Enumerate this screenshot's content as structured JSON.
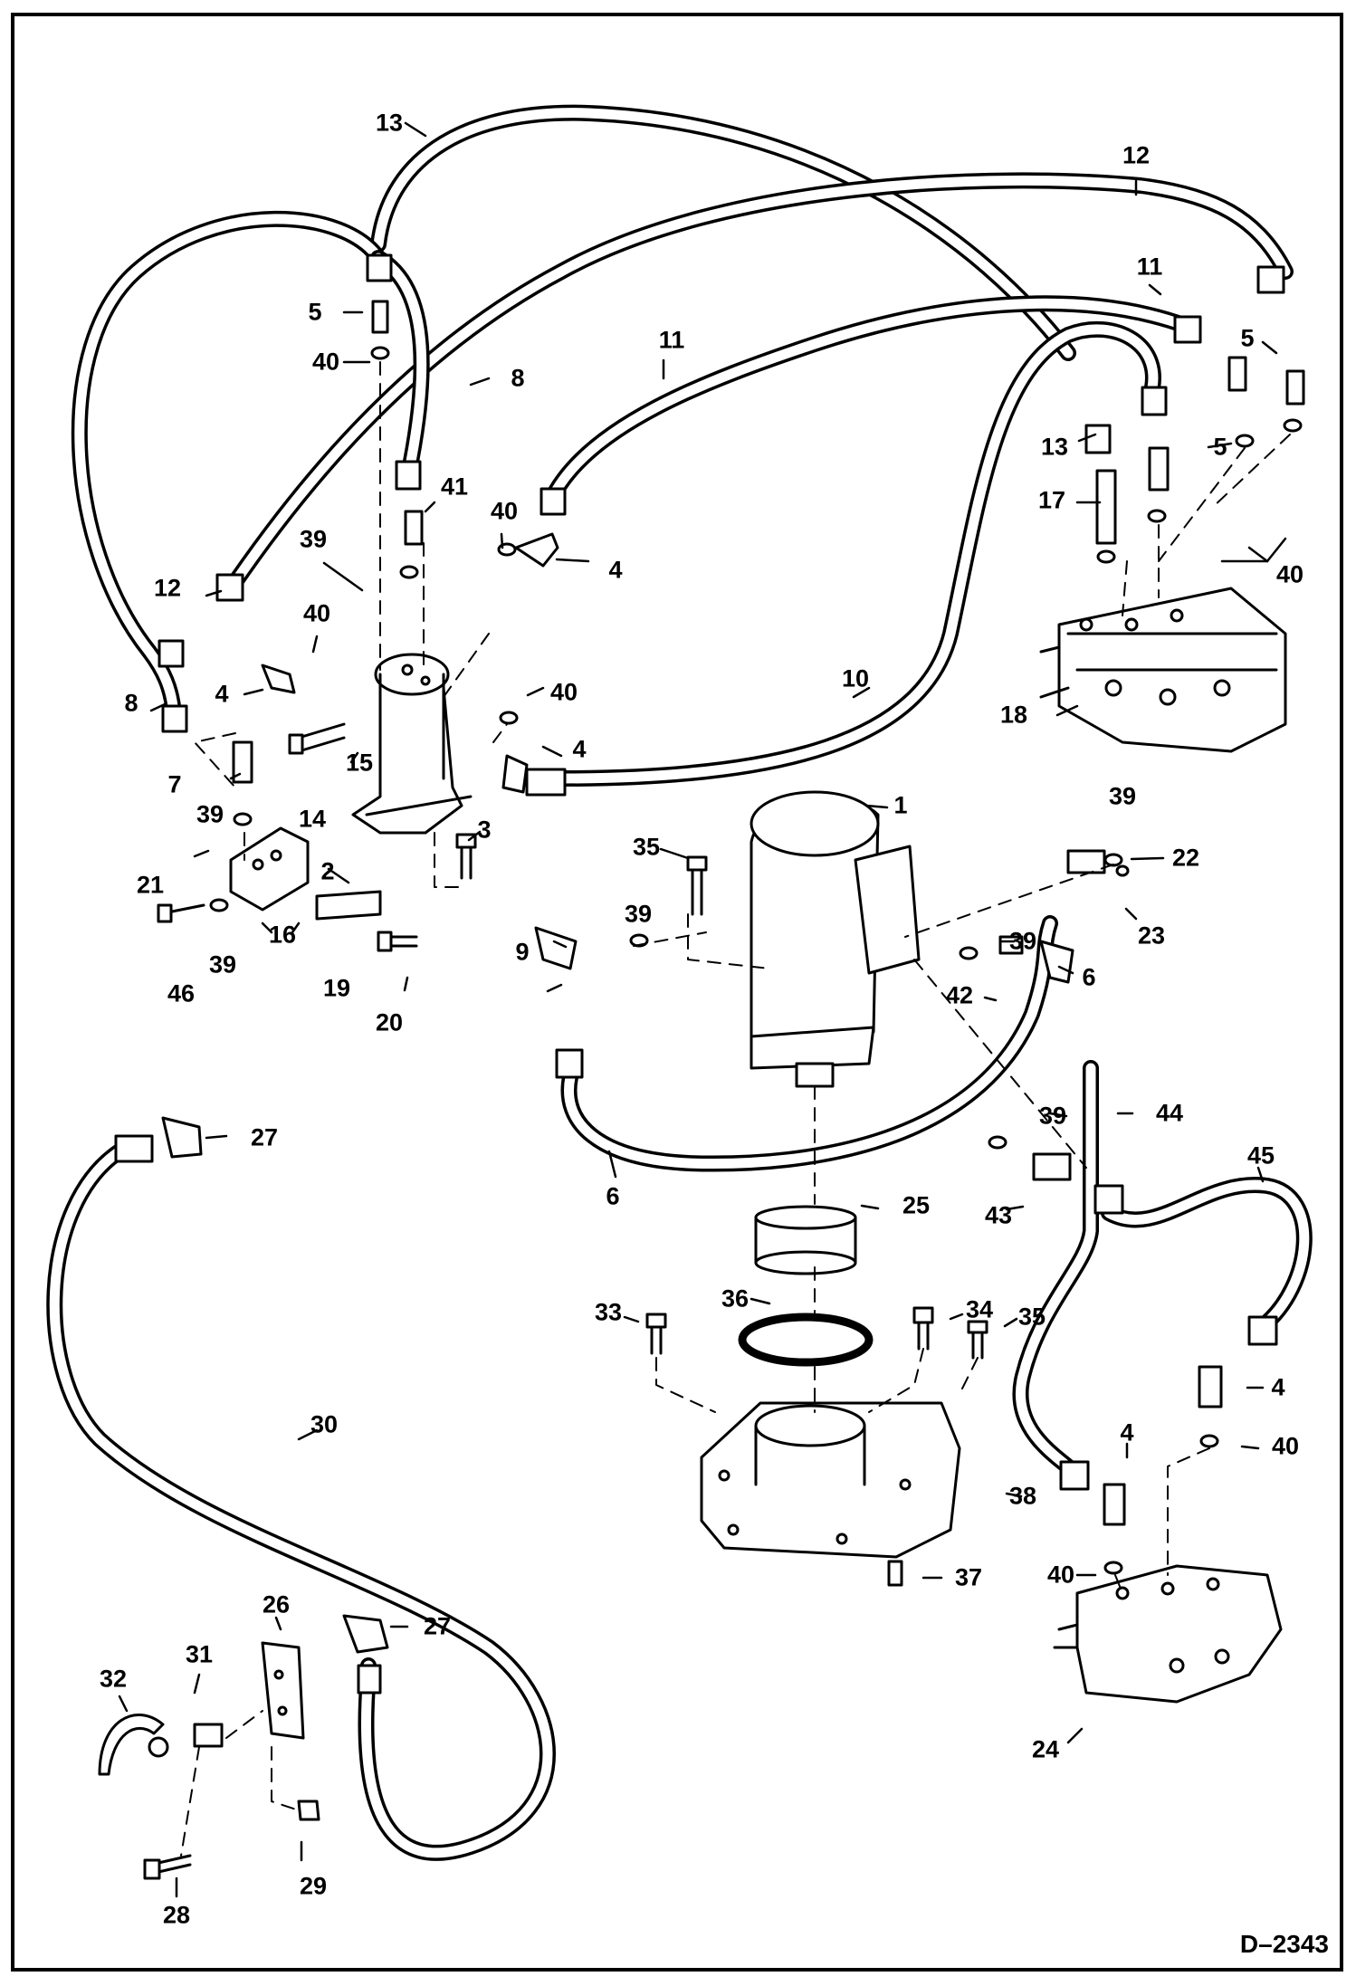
{
  "diagram": {
    "drawing_id": "D–2343",
    "callouts": [
      {
        "id": "c13a",
        "text": "13"
      },
      {
        "id": "c12a",
        "text": "12"
      },
      {
        "id": "c11a",
        "text": "11"
      },
      {
        "id": "c5a",
        "text": "5"
      },
      {
        "id": "c40a",
        "text": "40"
      },
      {
        "id": "c8a",
        "text": "8"
      },
      {
        "id": "c11b",
        "text": "11"
      },
      {
        "id": "c5b",
        "text": "5"
      },
      {
        "id": "c13b",
        "text": "13"
      },
      {
        "id": "c5c",
        "text": "5"
      },
      {
        "id": "c41",
        "text": "41"
      },
      {
        "id": "c40b",
        "text": "40"
      },
      {
        "id": "c39a",
        "text": "39"
      },
      {
        "id": "c4a",
        "text": "4"
      },
      {
        "id": "c17",
        "text": "17"
      },
      {
        "id": "c40c",
        "text": "40"
      },
      {
        "id": "c12b",
        "text": "12"
      },
      {
        "id": "c40d",
        "text": "40"
      },
      {
        "id": "c8b",
        "text": "8"
      },
      {
        "id": "c4b",
        "text": "4"
      },
      {
        "id": "c10",
        "text": "10"
      },
      {
        "id": "c40e",
        "text": "40"
      },
      {
        "id": "c18",
        "text": "18"
      },
      {
        "id": "c15",
        "text": "15"
      },
      {
        "id": "c4c",
        "text": "4"
      },
      {
        "id": "c7",
        "text": "7"
      },
      {
        "id": "c14",
        "text": "14"
      },
      {
        "id": "c39b",
        "text": "39"
      },
      {
        "id": "c3",
        "text": "3"
      },
      {
        "id": "c1",
        "text": "1"
      },
      {
        "id": "c39c",
        "text": "39"
      },
      {
        "id": "c22",
        "text": "22"
      },
      {
        "id": "c2",
        "text": "2"
      },
      {
        "id": "c35a",
        "text": "35"
      },
      {
        "id": "c21",
        "text": "21"
      },
      {
        "id": "c16",
        "text": "16"
      },
      {
        "id": "c39d",
        "text": "39"
      },
      {
        "id": "c23",
        "text": "23"
      },
      {
        "id": "c46",
        "text": "46"
      },
      {
        "id": "c39e",
        "text": "39"
      },
      {
        "id": "c19",
        "text": "19"
      },
      {
        "id": "c39f",
        "text": "39"
      },
      {
        "id": "c6a",
        "text": "6"
      },
      {
        "id": "c9",
        "text": "9"
      },
      {
        "id": "c42",
        "text": "42"
      },
      {
        "id": "c20",
        "text": "20"
      },
      {
        "id": "c27a",
        "text": "27"
      },
      {
        "id": "c39g",
        "text": "39"
      },
      {
        "id": "c44",
        "text": "44"
      },
      {
        "id": "c6b",
        "text": "6"
      },
      {
        "id": "c45",
        "text": "45"
      },
      {
        "id": "c25",
        "text": "25"
      },
      {
        "id": "c43",
        "text": "43"
      },
      {
        "id": "c34",
        "text": "34"
      },
      {
        "id": "c33",
        "text": "33"
      },
      {
        "id": "c36",
        "text": "36"
      },
      {
        "id": "c35b",
        "text": "35"
      },
      {
        "id": "c4d",
        "text": "4"
      },
      {
        "id": "c30",
        "text": "30"
      },
      {
        "id": "c4e",
        "text": "4"
      },
      {
        "id": "c40f",
        "text": "40"
      },
      {
        "id": "c38",
        "text": "38"
      },
      {
        "id": "c37",
        "text": "37"
      },
      {
        "id": "c40g",
        "text": "40"
      },
      {
        "id": "c26",
        "text": "26"
      },
      {
        "id": "c27b",
        "text": "27"
      },
      {
        "id": "c32",
        "text": "32"
      },
      {
        "id": "c31",
        "text": "31"
      },
      {
        "id": "c24",
        "text": "24"
      },
      {
        "id": "c29",
        "text": "29"
      },
      {
        "id": "c28",
        "text": "28"
      }
    ]
  }
}
